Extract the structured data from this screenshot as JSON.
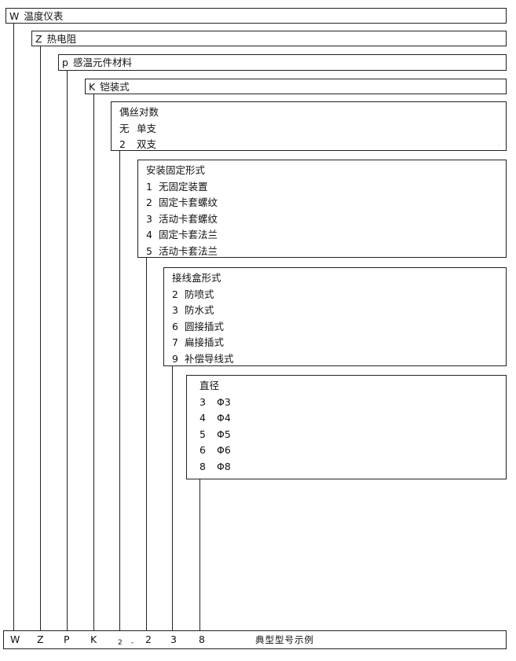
{
  "boxes": {
    "b1": {
      "code": "W",
      "label": "温度仪表"
    },
    "b2": {
      "code": "Z",
      "label": "热电阻"
    },
    "b3": {
      "code": "p",
      "label": "感温元件材料"
    },
    "b4": {
      "code": "K",
      "label": "铠装式"
    },
    "b5": {
      "title": "偶丝对数",
      "items": [
        {
          "code": "无",
          "label": "单支"
        },
        {
          "code": "2",
          "label": "双支"
        }
      ]
    },
    "b6": {
      "title": "安装固定形式",
      "items": [
        {
          "code": "1",
          "label": "无固定装置"
        },
        {
          "code": "2",
          "label": "固定卡套螺纹"
        },
        {
          "code": "3",
          "label": "活动卡套螺纹"
        },
        {
          "code": "4",
          "label": "固定卡套法兰"
        },
        {
          "code": "5",
          "label": "活动卡套法兰"
        }
      ]
    },
    "b7": {
      "title": "接线盒形式",
      "items": [
        {
          "code": "2",
          "label": "防喷式"
        },
        {
          "code": "3",
          "label": "防水式"
        },
        {
          "code": "6",
          "label": "圆接插式"
        },
        {
          "code": "7",
          "label": "扁接插式"
        },
        {
          "code": "9",
          "label": "补偿导线式"
        }
      ]
    },
    "b8": {
      "title": "直径",
      "items": [
        {
          "code": "3",
          "label": "Φ3"
        },
        {
          "code": "4",
          "label": "Φ4"
        },
        {
          "code": "5",
          "label": "Φ5"
        },
        {
          "code": "6",
          "label": "Φ6"
        },
        {
          "code": "8",
          "label": "Φ8"
        }
      ]
    }
  },
  "example": {
    "codes": [
      "W",
      "Z",
      "P",
      "K",
      "2",
      "-",
      "2",
      "3",
      "8"
    ],
    "label": "典型型号示例"
  }
}
